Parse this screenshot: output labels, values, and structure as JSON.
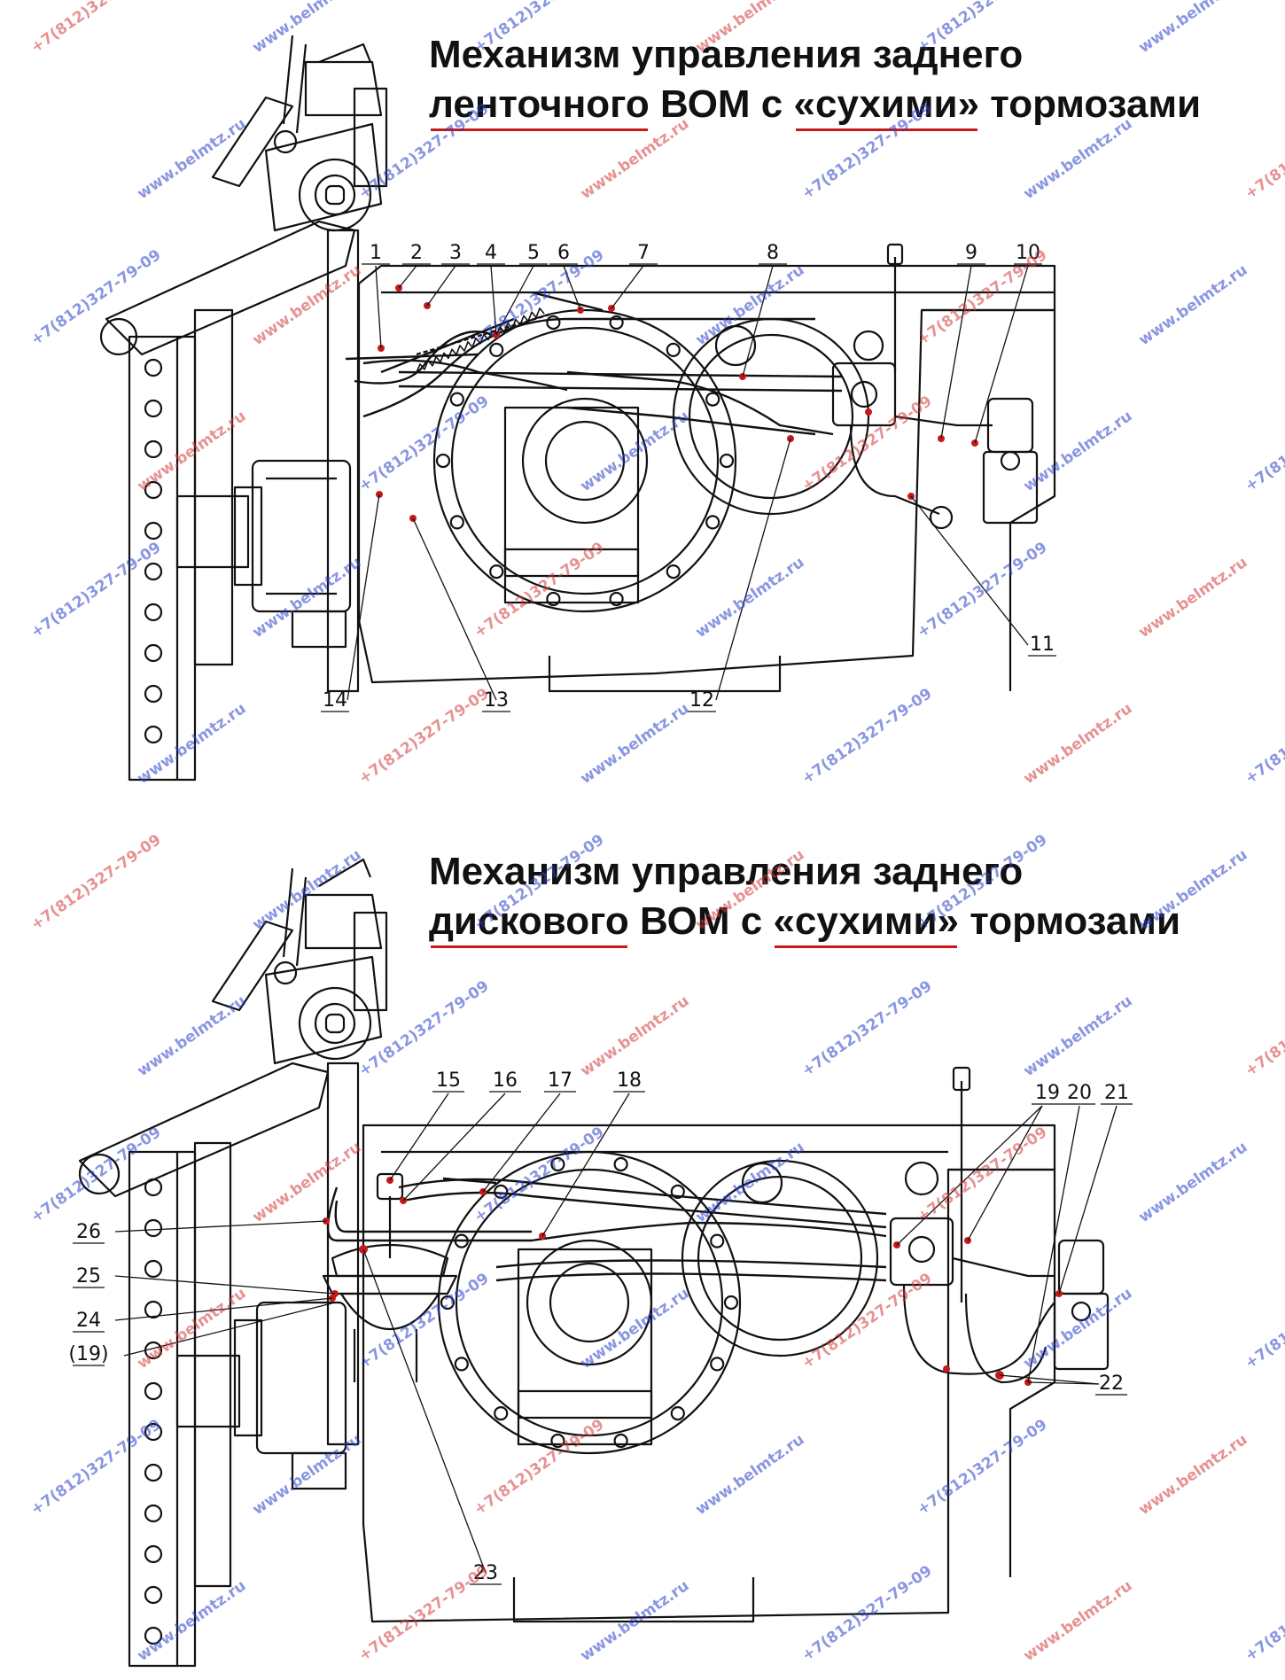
{
  "colors": {
    "line": "#111111",
    "accent_red": "#c61a1a",
    "watermark_blue": "#2a40c8",
    "watermark_red": "#d23a3a"
  },
  "diagram_top": {
    "title_line1": "Механизм управления заднего",
    "title_line2_parts": [
      "ленточного",
      " ВОМ с ",
      "«сухими»",
      " тормозами"
    ],
    "labels": [
      "1",
      "2",
      "3",
      "4",
      "5",
      "6",
      "7",
      "8",
      "9",
      "10",
      "11",
      "12",
      "13",
      "14"
    ]
  },
  "diagram_bottom": {
    "title_line1": "Механизм управления заднего",
    "title_line2_parts": [
      "дискового",
      " ВОМ с ",
      "«сухими»",
      " тормозами"
    ],
    "labels": [
      "15",
      "16",
      "17",
      "18",
      "19",
      "20",
      "21",
      "22",
      "23",
      "24",
      "25",
      "26",
      "(19)"
    ]
  },
  "watermarks": {
    "site": "www.belmtz.ru",
    "phone": "+7(812)327-79-09"
  }
}
